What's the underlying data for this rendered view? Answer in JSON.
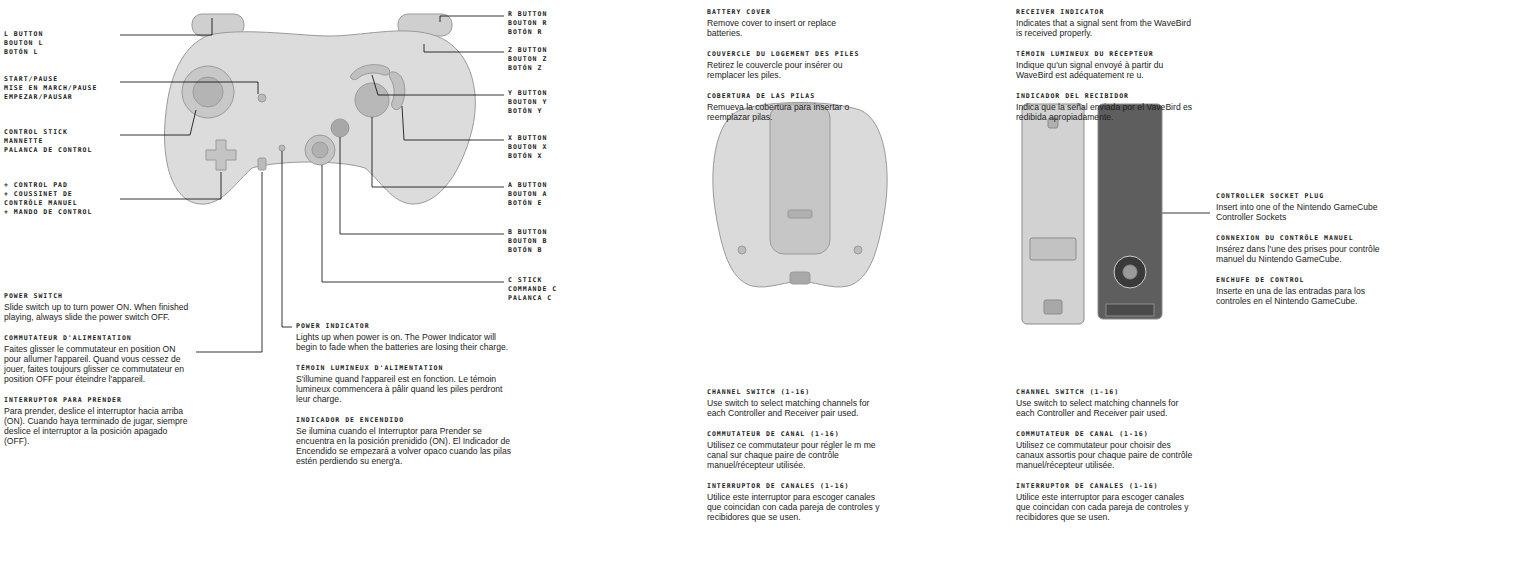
{
  "diagram": {
    "labels": [
      "L BUTTON",
      "BOUTON L",
      "BOTÓN L",
      "START/PAUSE",
      "MISE EN MARCH/PAUSE",
      "EMPEZAR/PAUSAR",
      "CONTROL STICK",
      "MANNETTE",
      "PALANCA DE CONTROL",
      "+ CONTROL PAD",
      "+ COUSSINET DE CONTRÔLE MANUEL",
      "+ MANDO DE CONTROL",
      "POWER SWITCH",
      "Slide switch up to turn power ON. When finished playing, always slide the power switch OFF.",
      "COMMUTATEUR D'ALIMENTATION",
      "Faites glisser le commutateur en position ON pour allumer l'appareil. Quand vous cessez de jouer, faites toujours glisser ce commutateur en position OFF pour éteindre l'appareil.",
      "INTERRUPTOR PARA PRENDER",
      "Para prender, deslice el interruptor hacia arriba (ON). Cuando haya terminado de jugar, siempre deslice el interruptor a la posición apagado (OFF).",
      "R BUTTON",
      "BOUTON R",
      "BOTÓN R",
      "Z BUTTON",
      "BOUTON Z",
      "BOTÓN Z",
      "Y BUTTON",
      "BOUTON Y",
      "BOTÓN Y",
      "X BUTTON",
      "BOUTON X",
      "BOTÓN X",
      "A BUTTON",
      "BOUTON A",
      "BOTÓN E",
      "B BUTTON",
      "BOUTON B",
      "BOTÓN B",
      "C STICK",
      "COMMANDE C",
      "PALANCA C",
      "POWER INDICATOR",
      "Lights up when power is on. The Power Indicator will begin to fade when the batteries are losing their charge.",
      "TÉMOIN LUMINEUX D'ALIMENTATION",
      "S'illumine quand l'appareil est en fonction. Le témoin lumineux commencera à pâlir quand les piles perdront leur charge.",
      "INDICADOR DE ENCENDIDO",
      "Se ilumina cuando el Interruptor para Prender se encuentra en la posición prenidido (ON). El Indicador de Encendido se empezará a volver opaco cuando las pilas estén perdiendo su energ'a.",
      "BATTERY COVER",
      "Remove cover to insert or replace batteries.",
      "COUVERCLE DU LOGEMENT DES PILES",
      "Retirez le couvercle pour insérer ou remplacer les piles.",
      "COBERTURA DE LAS PILAS",
      "Remueva la cobertura para insertar o reemplazar pilas.",
      "CHANNEL SWITCH (1-16)",
      "Use switch to select matching channels for each Controller and Receiver pair used.",
      "COMMUTATEUR DE CANAL (1-16)",
      "Utilisez ce commutateur pour régler le m me canal sur chaque paire de contrôle manuel/récepteur utilisée.",
      "INTERRUPTOR DE CANALES (1-16)",
      "Utilice este interruptor para escoger canales que coincidan con cada pareja de controles y recibidores que se usen.",
      "RECEIVER INDICATOR",
      "Indicates that a signal sent from the WaveBird is received properly.",
      "TÉMOIN LUMINEUX DU RÉCEPTEUR",
      "Indique qu'un signal envoyé à partir du WaveBird est adéquatement re u.",
      "INDICADOR DEL RECIBIDOR",
      "Indica que la señal enviada por el VaveBird es redibida apropiadamente.",
      "CONTROLLER SOCKET PLUG",
      "Insert into one of the Nintendo GameCube Controller Sockets",
      "CONNEXION DU CONTRÔLE MANUEL",
      "Insérez dans l'une des prises pour contrôle manuel du Nintendo GameCube.",
      "ENCHUFE DE CONTROL",
      "Inserte en una de las entradas para los controles en el Nintendo GameCube.",
      "CHANNEL SWITCH (1-16)",
      "Use switch to select matching channels for each Controller and Receiver pair used.",
      "COMMUTATEUR DE CANAL (1-16)",
      "Utilisez ce commutateur pour choisir des canaux assortis pour chaque paire de contrôle manuel/récepteur utilisée.",
      "INTERRUPTOR DE CANALES (1-16)",
      "Utilice este interruptor para escoger canales que coincidan con cada pareja de controles y recibidores que se usen."
    ]
  }
}
